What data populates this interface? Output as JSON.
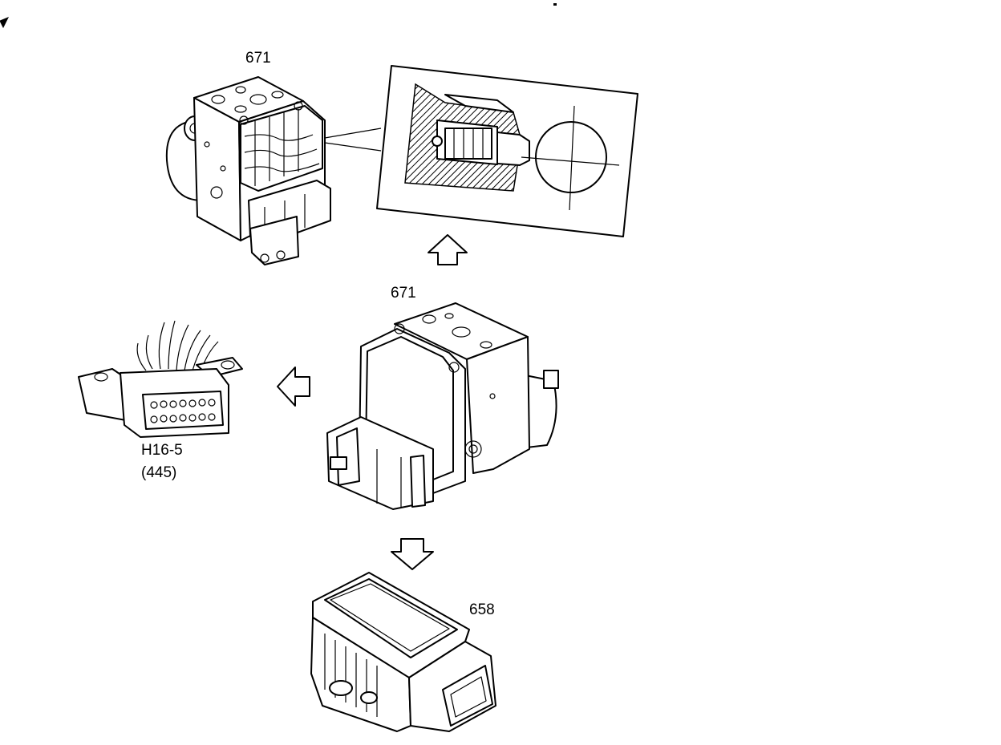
{
  "labels": {
    "top_unit": "671",
    "center_unit": "671",
    "connector_id": "H16-5",
    "connector_sub": "(445)",
    "sensor": "658"
  }
}
